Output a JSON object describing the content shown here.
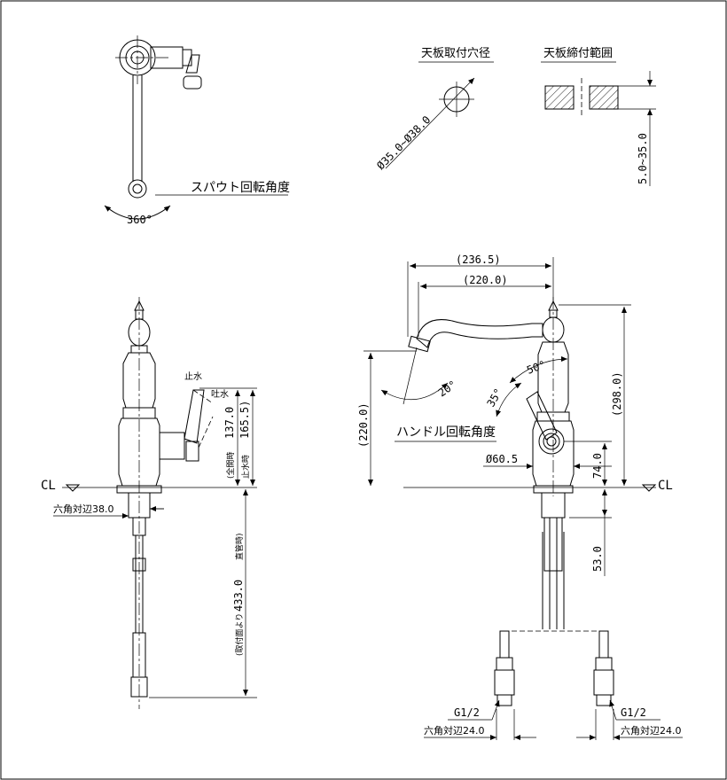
{
  "labels": {
    "spout_rotation": "スパウト回転角度",
    "spout_angle": "360°",
    "hole_diameter_title": "天板取付穴径",
    "hole_diameter_value": "Ø35.0~Ø38.0",
    "clamp_range_title": "天板締付範囲",
    "clamp_range_value": "5.0~35.0",
    "stop_water": "止水",
    "spout_water": "吐水",
    "dim_137": "137.0",
    "dim_137_note": "(全開時",
    "dim_165": "165.5)",
    "dim_165_note": "止水時",
    "cl_left": "CL",
    "cl_right": "CL",
    "hex_38": "六角対辺38.0",
    "dim_433": "433.0",
    "dim_433_note_a": "(取付面より",
    "dim_433_note_b": "直管時)",
    "dim_236": "(236.5)",
    "dim_220_top": "(220.0)",
    "dim_220_side": "(220.0)",
    "dim_298": "(298.0)",
    "angle_20": "20°",
    "angle_50": "50°",
    "angle_35": "35°",
    "handle_rotation": "ハンドル回転角度",
    "dia_60": "Ø60.5",
    "dim_74": "74.0",
    "dim_53": "53.0",
    "g_left": "G1/2",
    "g_right": "G1/2",
    "hex_24_left": "六角対辺24.0",
    "hex_24_right": "六角対辺24.0"
  }
}
